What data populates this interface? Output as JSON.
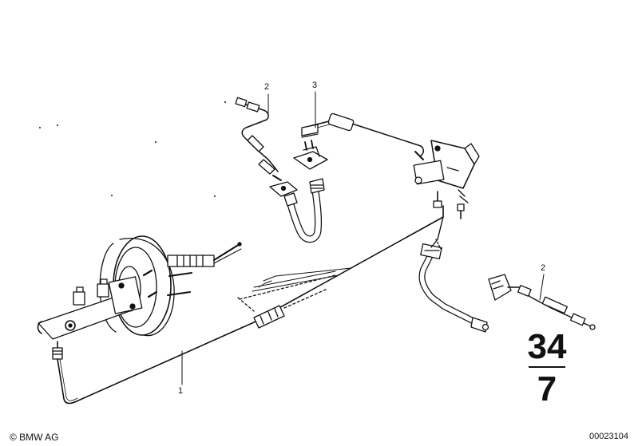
{
  "callouts": [
    {
      "id": "1",
      "label": "1"
    },
    {
      "id": "2a",
      "label": "2"
    },
    {
      "id": "3",
      "label": "3"
    },
    {
      "id": "2b",
      "label": "2"
    }
  ],
  "section": {
    "top": "34",
    "bottom": "7"
  },
  "footer": {
    "copyright": "© BMW AG",
    "diagram_number": "00023104"
  }
}
